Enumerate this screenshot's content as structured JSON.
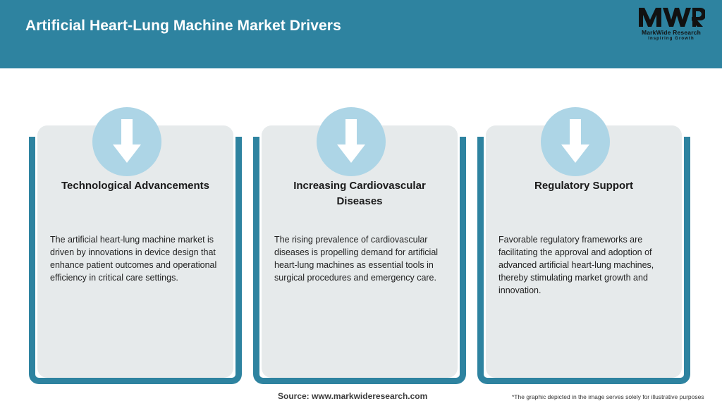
{
  "header": {
    "title": "Artificial Heart-Lung Machine Market Drivers",
    "bar_color": "#2E83A0",
    "title_color": "#FFFFFF"
  },
  "logo": {
    "mark": "MWR",
    "name": "MarkWide Research",
    "tagline": "Inspiring Growth"
  },
  "theme": {
    "accent": "#2E83A0",
    "card_bg": "#E6EAEB",
    "badge_bg": "#ADD5E6",
    "arrow_color": "#FFFFFF",
    "page_bg": "#FFFFFF"
  },
  "cards": [
    {
      "icon": "arrow-down-icon",
      "title": "Technological Advancements",
      "body": "The artificial heart-lung machine market is driven by innovations in device design that enhance patient outcomes and operational efficiency in critical care settings."
    },
    {
      "icon": "arrow-down-icon",
      "title": "Increasing Cardiovascular Diseases",
      "body": "The rising prevalence of cardiovascular diseases is propelling demand for artificial heart-lung machines as essential tools in surgical procedures and emergency care."
    },
    {
      "icon": "arrow-down-icon",
      "title": "Regulatory Support",
      "body": "Favorable regulatory frameworks are facilitating the approval and adoption of advanced artificial heart-lung machines, thereby stimulating market growth and innovation."
    }
  ],
  "footer": {
    "source": "Source: www.markwideresearch.com",
    "disclaimer": "*The graphic depicted in the image serves solely for illustrative purposes"
  }
}
